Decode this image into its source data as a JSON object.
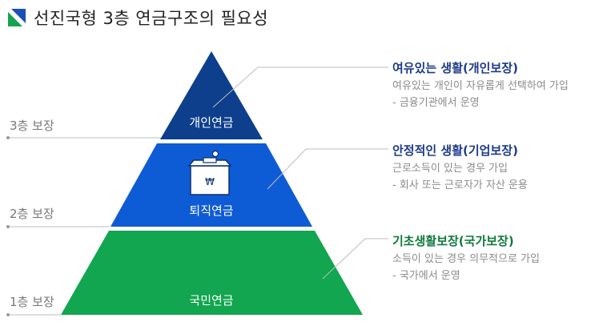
{
  "page": {
    "title": "선진국형 3층 연금구조의 필요성"
  },
  "colors": {
    "tier3": "#0d3f8c",
    "tier2": "#0e5bd6",
    "tier1": "#11a64f",
    "title_tier3": "#1d3a8a",
    "title_tier2": "#1d3a8a",
    "title_tier1": "#0f7a3a"
  },
  "levels": [
    {
      "label": "3층 보장"
    },
    {
      "label": "2층 보장"
    },
    {
      "label": "1층 보장"
    }
  ],
  "tiers": [
    {
      "name": "개인연금",
      "title": "여유있는 생활(개인보장)",
      "lines": [
        "여유있는 개인이 자유롭게 선택하여 가입",
        "- 금융기관에서 운영"
      ]
    },
    {
      "name": "퇴직연금",
      "icon": "money-box-icon",
      "icon_text": "₩",
      "title": "안정적인 생활(기업보장)",
      "lines": [
        "근로소득이 있는 경우 가입",
        "- 회사 또는 근로자가 자산 운용"
      ]
    },
    {
      "name": "국민연금",
      "title": "기초생활보장(국가보장)",
      "lines": [
        "소득이 있는 경우 의무적으로 가입",
        "- 국가에서 운영"
      ]
    }
  ]
}
